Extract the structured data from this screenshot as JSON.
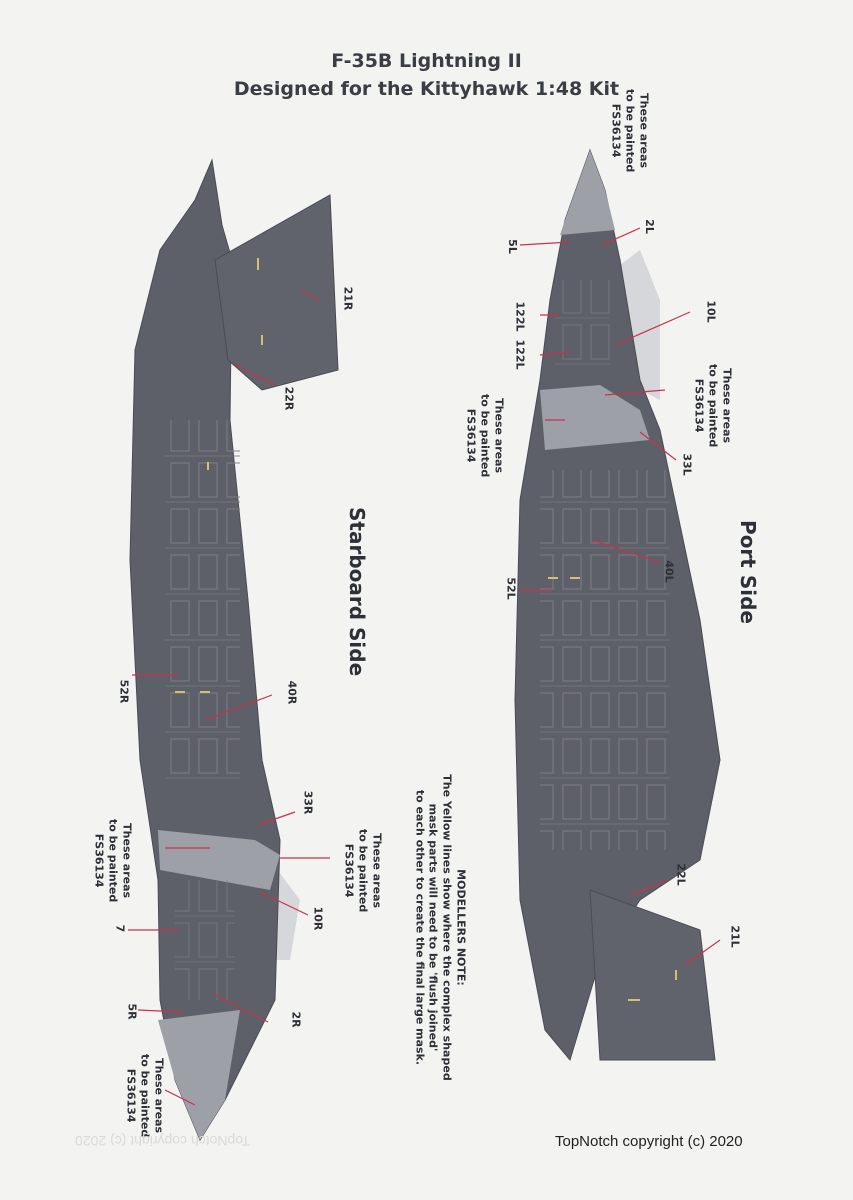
{
  "header": {
    "title_line1": "F-35B Lightning II",
    "title_line2": "Designed for the Kittyhawk 1:48 Kit"
  },
  "sides": {
    "starboard_title": "Starboard Side",
    "port_title": "Port Side"
  },
  "paint_note": {
    "line1": "These areas",
    "line2": "to be painted",
    "line3": "FS36134"
  },
  "starboard_labels": [
    "21R",
    "22R",
    "52R",
    "40R",
    "33R",
    "10R",
    "7",
    "5R",
    "2R"
  ],
  "port_labels": [
    "2L",
    "5L",
    "10L",
    "122L",
    "122L",
    "33L",
    "40L",
    "52L",
    "22L",
    "21L"
  ],
  "modellers_note": {
    "heading": "MODELLERS NOTE:",
    "line1": "The Yellow lines show where the complex shaped",
    "line2": "mask parts will need to be 'flush joined'",
    "line3": "to each other to create the final large mask."
  },
  "footer": {
    "copyright": "TopNotch copyright (c) 2020",
    "ghost_copyright": "TopNotch copyright (c) 2020"
  },
  "colors": {
    "mask_dark": "#5d5f69",
    "mask_light": "#a3a5ad",
    "panel_line": "#8a8c95",
    "leader_line": "#c8324e",
    "joint_line": "#d4c070",
    "background": "#f3f3f1"
  }
}
